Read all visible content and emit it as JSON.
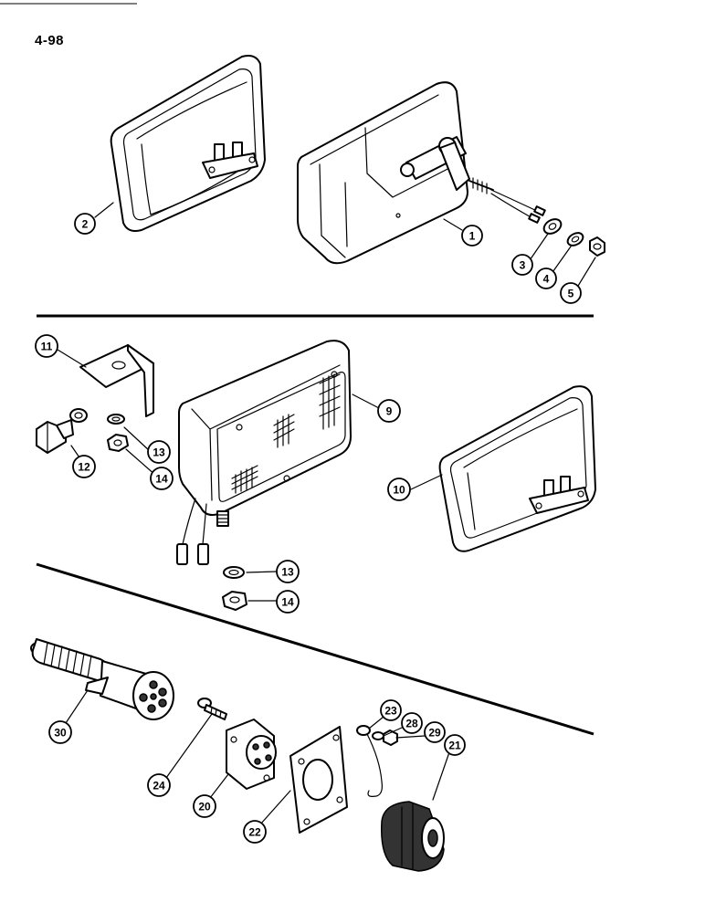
{
  "page_number": "4-98",
  "callouts": {
    "c1": "1",
    "c2": "2",
    "c3": "3",
    "c4": "4",
    "c5": "5",
    "c9": "9",
    "c10": "10",
    "c11": "11",
    "c12": "12",
    "c13a": "13",
    "c14a": "14",
    "c13b": "13",
    "c14b": "14",
    "c20": "20",
    "c21": "21",
    "c22": "22",
    "c23": "23",
    "c24": "24",
    "c28": "28",
    "c29": "29",
    "c30": "30"
  }
}
